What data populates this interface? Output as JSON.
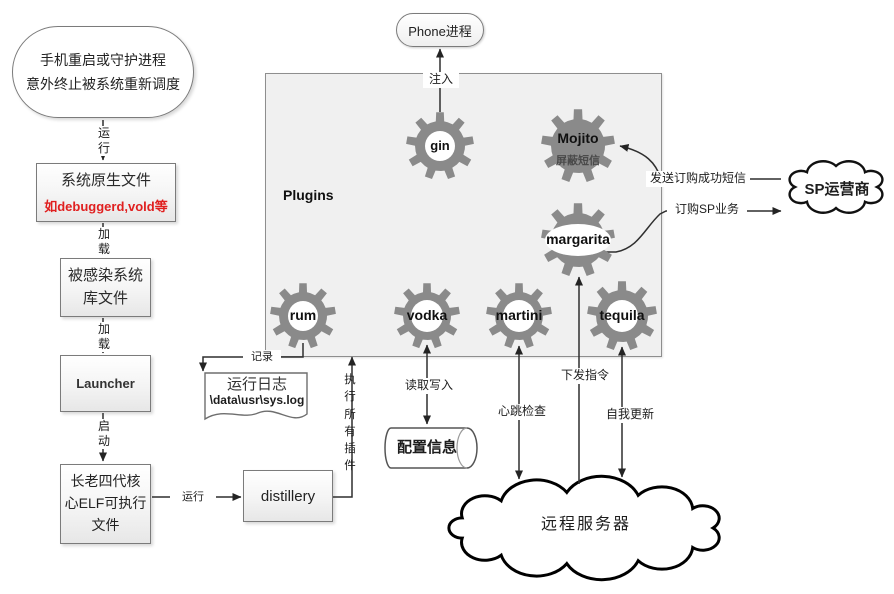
{
  "nodes": {
    "trigger": "手机重启或守护进程\n意外终止被系统重新调度",
    "native_title": "系统原生文件",
    "native_sub": "如debuggerd,vold等",
    "infected": "被感染系统\n库文件",
    "launcher": "Launcher",
    "elf": "长老四代核\n心ELF可执行\n文件",
    "distillery": "distillery",
    "phone": "Phone进程",
    "plugins": "Plugins",
    "runlog_title": "运行日志",
    "runlog_path": "\\data\\usr\\sys.log",
    "config": "配置信息",
    "remote_server": "远程服务器",
    "sp_operator": "SP运营商"
  },
  "gears": {
    "gin": {
      "label": "gin"
    },
    "mojito": {
      "label": "Mojito",
      "sub": "屏蔽短信"
    },
    "margarita": {
      "label": "margarita"
    },
    "rum": {
      "label": "rum"
    },
    "vodka": {
      "label": "vodka"
    },
    "martini": {
      "label": "martini"
    },
    "tequila": {
      "label": "tequila"
    }
  },
  "labels": {
    "run_v": "运\n行",
    "load_v": "加\n载",
    "start_v": "启\n动",
    "run_h": "运行",
    "inject": "注入",
    "record": "记录",
    "exec_plugins": "执\n行\n所\n有\n插\n件",
    "read_write": "读取写入",
    "heartbeat": "心跳检查",
    "issue_cmd": "下发指令",
    "self_update": "自我更新",
    "send_order_sms": "发送订购成功短信",
    "order_sp": "订购SP业务"
  },
  "colors": {
    "gear": "#8a8a8a",
    "alert_red": "#e01f1f",
    "line": "#2f2f2f",
    "plugins_fill": "#f0f0f0"
  }
}
